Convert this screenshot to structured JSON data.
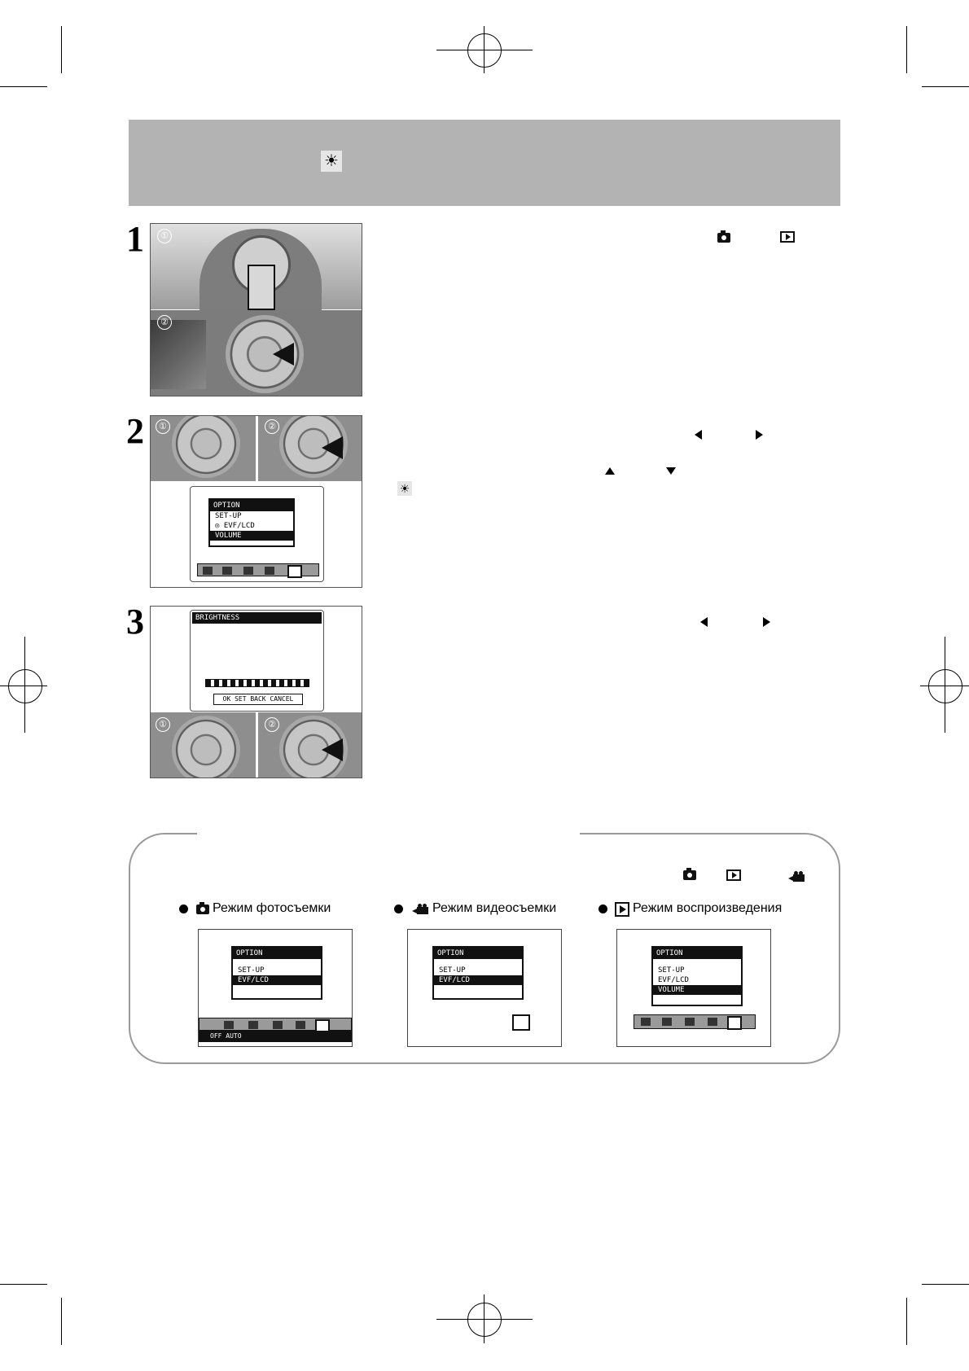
{
  "header": {
    "icon": "sun-icon"
  },
  "steps": [
    {
      "number": "1",
      "photo_labels": [
        "①",
        "②"
      ],
      "text_icons": [
        "camera-icon",
        "play-icon"
      ]
    },
    {
      "number": "2",
      "photo_labels": [
        "①",
        "②"
      ],
      "lcd": {
        "title": "OPTION",
        "lines": [
          "SET-UP",
          "◎ EVF/LCD",
          "VOLUME"
        ]
      },
      "text_icons": [
        "left-arrow",
        "right-arrow",
        "up-arrow",
        "down-arrow",
        "sun-icon"
      ]
    },
    {
      "number": "3",
      "photo_labels": [
        "①",
        "②"
      ],
      "lcd": {
        "title": "BRIGHTNESS",
        "buttons": "OK SET  BACK CANCEL"
      },
      "text_icons": [
        "left-arrow",
        "right-arrow"
      ]
    }
  ],
  "mode_panel": {
    "header_icons": [
      "camera-icon",
      "play-icon",
      "movie-icon"
    ],
    "modes": [
      {
        "label": "Режим фотосъемки",
        "icon": "camera-icon",
        "lcd": {
          "title": "OPTION",
          "lines": [
            "SET-UP",
            "EVF/LCD"
          ],
          "bar": "OFF  AUTO"
        }
      },
      {
        "label": "Режим видеосъемки",
        "icon": "movie-icon",
        "lcd": {
          "title": "OPTION",
          "lines": [
            "SET-UP",
            "EVF/LCD"
          ]
        }
      },
      {
        "label": "Режим воспроизведения",
        "icon": "play-icon",
        "lcd": {
          "title": "OPTION",
          "lines": [
            "SET-UP",
            "EVF/LCD",
            "VOLUME"
          ]
        }
      }
    ]
  }
}
